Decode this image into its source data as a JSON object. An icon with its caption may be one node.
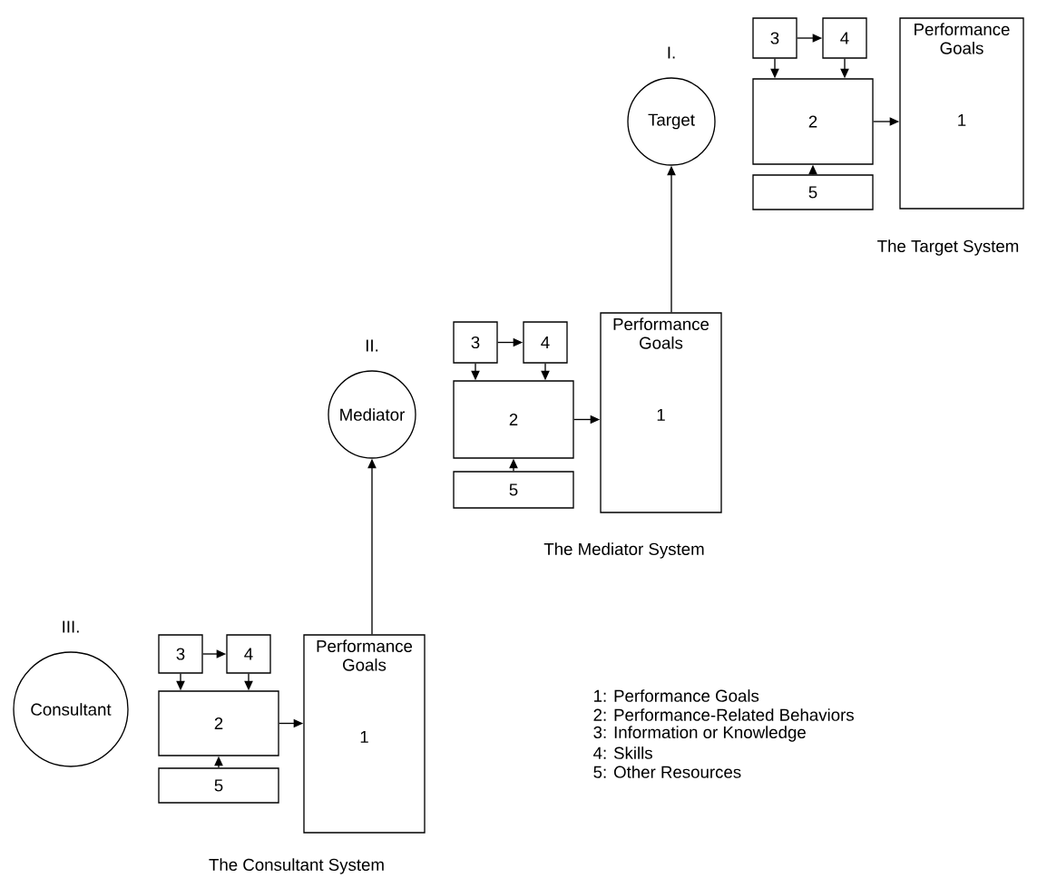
{
  "diagram": {
    "nodes": [
      {
        "text": [
          "Target"
        ],
        "beside": [
          "I."
        ]
      },
      {
        "text": [
          "3"
        ]
      },
      {
        "text": [
          "4"
        ]
      },
      {
        "text": [
          "2"
        ]
      },
      {
        "text": [
          "5"
        ]
      },
      {
        "text": [
          "Performance Goals",
          "1"
        ]
      },
      {
        "text": [
          "Mediator"
        ],
        "beside": [
          "II."
        ]
      },
      {
        "text": [
          "3"
        ]
      },
      {
        "text": [
          "4"
        ]
      },
      {
        "text": [
          "2"
        ]
      },
      {
        "text": [
          "5"
        ]
      },
      {
        "text": [
          "Performance Goals",
          "1"
        ]
      },
      {
        "text": [
          "Consultant"
        ],
        "beside": [
          "III."
        ]
      },
      {
        "text": [
          "3"
        ]
      },
      {
        "text": [
          "4"
        ]
      },
      {
        "text": [
          "2"
        ]
      },
      {
        "text": [
          "5"
        ]
      },
      {
        "text": [
          "Performance Goals",
          "1"
        ]
      }
    ],
    "edges": [
      {
        "from": 1,
        "to": 2,
        "arrow": "to"
      },
      {
        "from": 1,
        "to": 3,
        "arrow": "to"
      },
      {
        "from": 2,
        "to": 3,
        "arrow": "to"
      },
      {
        "from": 4,
        "to": 3,
        "arrow": "to"
      },
      {
        "from": 3,
        "to": 5,
        "arrow": "to"
      },
      {
        "from": 7,
        "to": 8,
        "arrow": "to"
      },
      {
        "from": 7,
        "to": 9,
        "arrow": "to"
      },
      {
        "from": 8,
        "to": 9,
        "arrow": "to"
      },
      {
        "from": 10,
        "to": 9,
        "arrow": "to"
      },
      {
        "from": 9,
        "to": 11,
        "arrow": "to"
      },
      {
        "from": 13,
        "to": 14,
        "arrow": "to"
      },
      {
        "from": 13,
        "to": 15,
        "arrow": "to"
      },
      {
        "from": 14,
        "to": 15,
        "arrow": "to"
      },
      {
        "from": 16,
        "to": 15,
        "arrow": "to"
      },
      {
        "from": 15,
        "to": 17,
        "arrow": "to"
      },
      {
        "from": 11,
        "to": 0,
        "arrow": "to"
      },
      {
        "from": 17,
        "to": 6,
        "arrow": "to"
      }
    ],
    "labels": [
      "The Target System",
      "The Mediator System",
      "1: Performance Goals",
      "2: Performance-Related Behaviors",
      "3: Information or Knowledge",
      "4: Skills",
      "5: Other Resources",
      "The Consultant System"
    ]
  }
}
